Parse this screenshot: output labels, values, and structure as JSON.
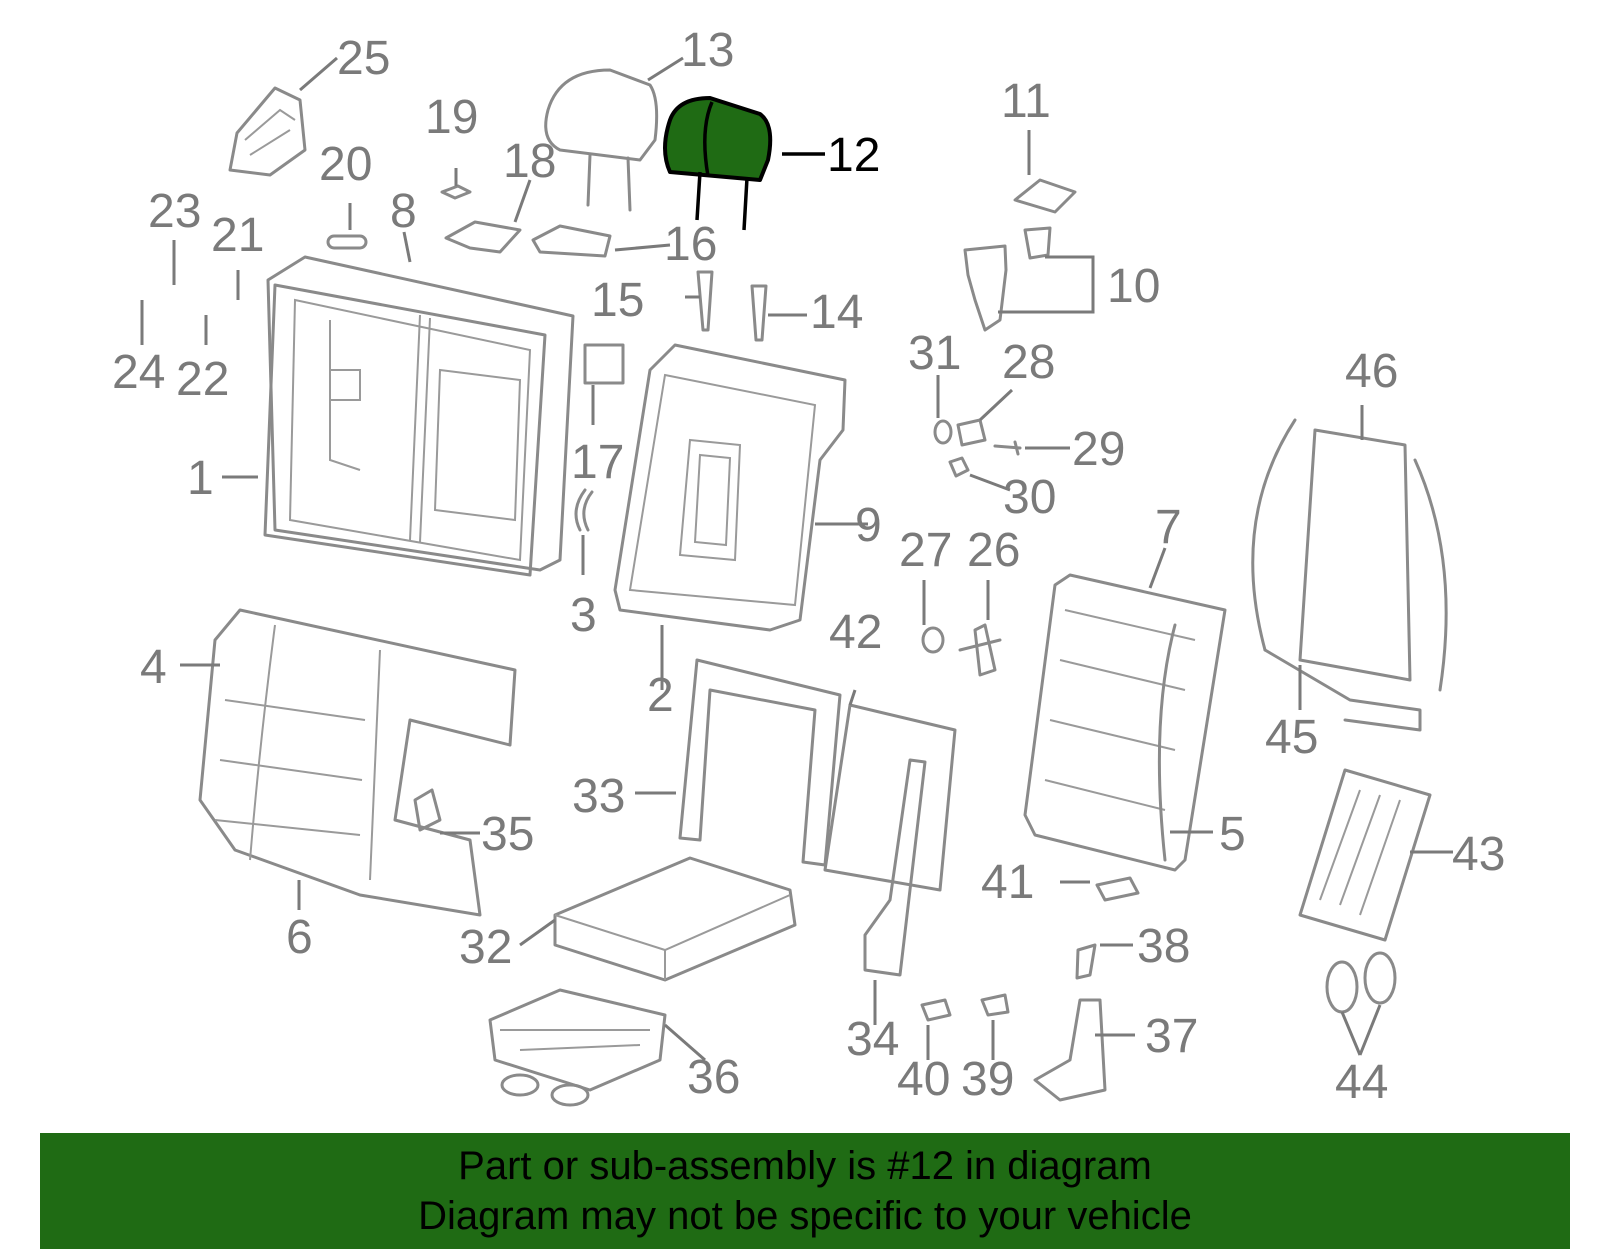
{
  "diagram": {
    "highlighted_part": "12",
    "highlight_color": "#1f6b14",
    "callouts": [
      "1",
      "2",
      "3",
      "4",
      "5",
      "6",
      "7",
      "8",
      "9",
      "10",
      "11",
      "12",
      "13",
      "14",
      "15",
      "16",
      "17",
      "18",
      "19",
      "20",
      "21",
      "22",
      "23",
      "24",
      "25",
      "26",
      "27",
      "28",
      "29",
      "30",
      "31",
      "32",
      "33",
      "34",
      "35",
      "36",
      "37",
      "38",
      "39",
      "40",
      "41",
      "42",
      "43",
      "44",
      "45",
      "46"
    ]
  },
  "banner": {
    "line1": "Part or sub-assembly is #12 in diagram",
    "line2": "Diagram may not be specific to your vehicle",
    "background": "#1f6b14"
  }
}
